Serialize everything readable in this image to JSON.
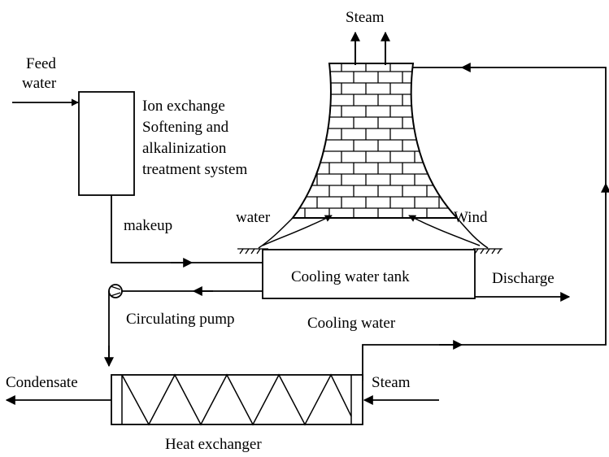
{
  "labels": {
    "steam_top": "Steam",
    "feed_water_1": "Feed",
    "feed_water_2": "water",
    "ion_1": "Ion exchange",
    "ion_2": "Softening and",
    "ion_3": "alkalinization",
    "ion_4": "treatment system",
    "makeup": "makeup",
    "water": "water",
    "wind": "Wind",
    "tank": "Cooling water tank",
    "discharge": "Discharge",
    "pump": "Circulating pump",
    "cooling_water": "Cooling water",
    "condensate": "Condensate",
    "steam_right": "Steam",
    "heat_exchanger": "Heat exchanger"
  }
}
